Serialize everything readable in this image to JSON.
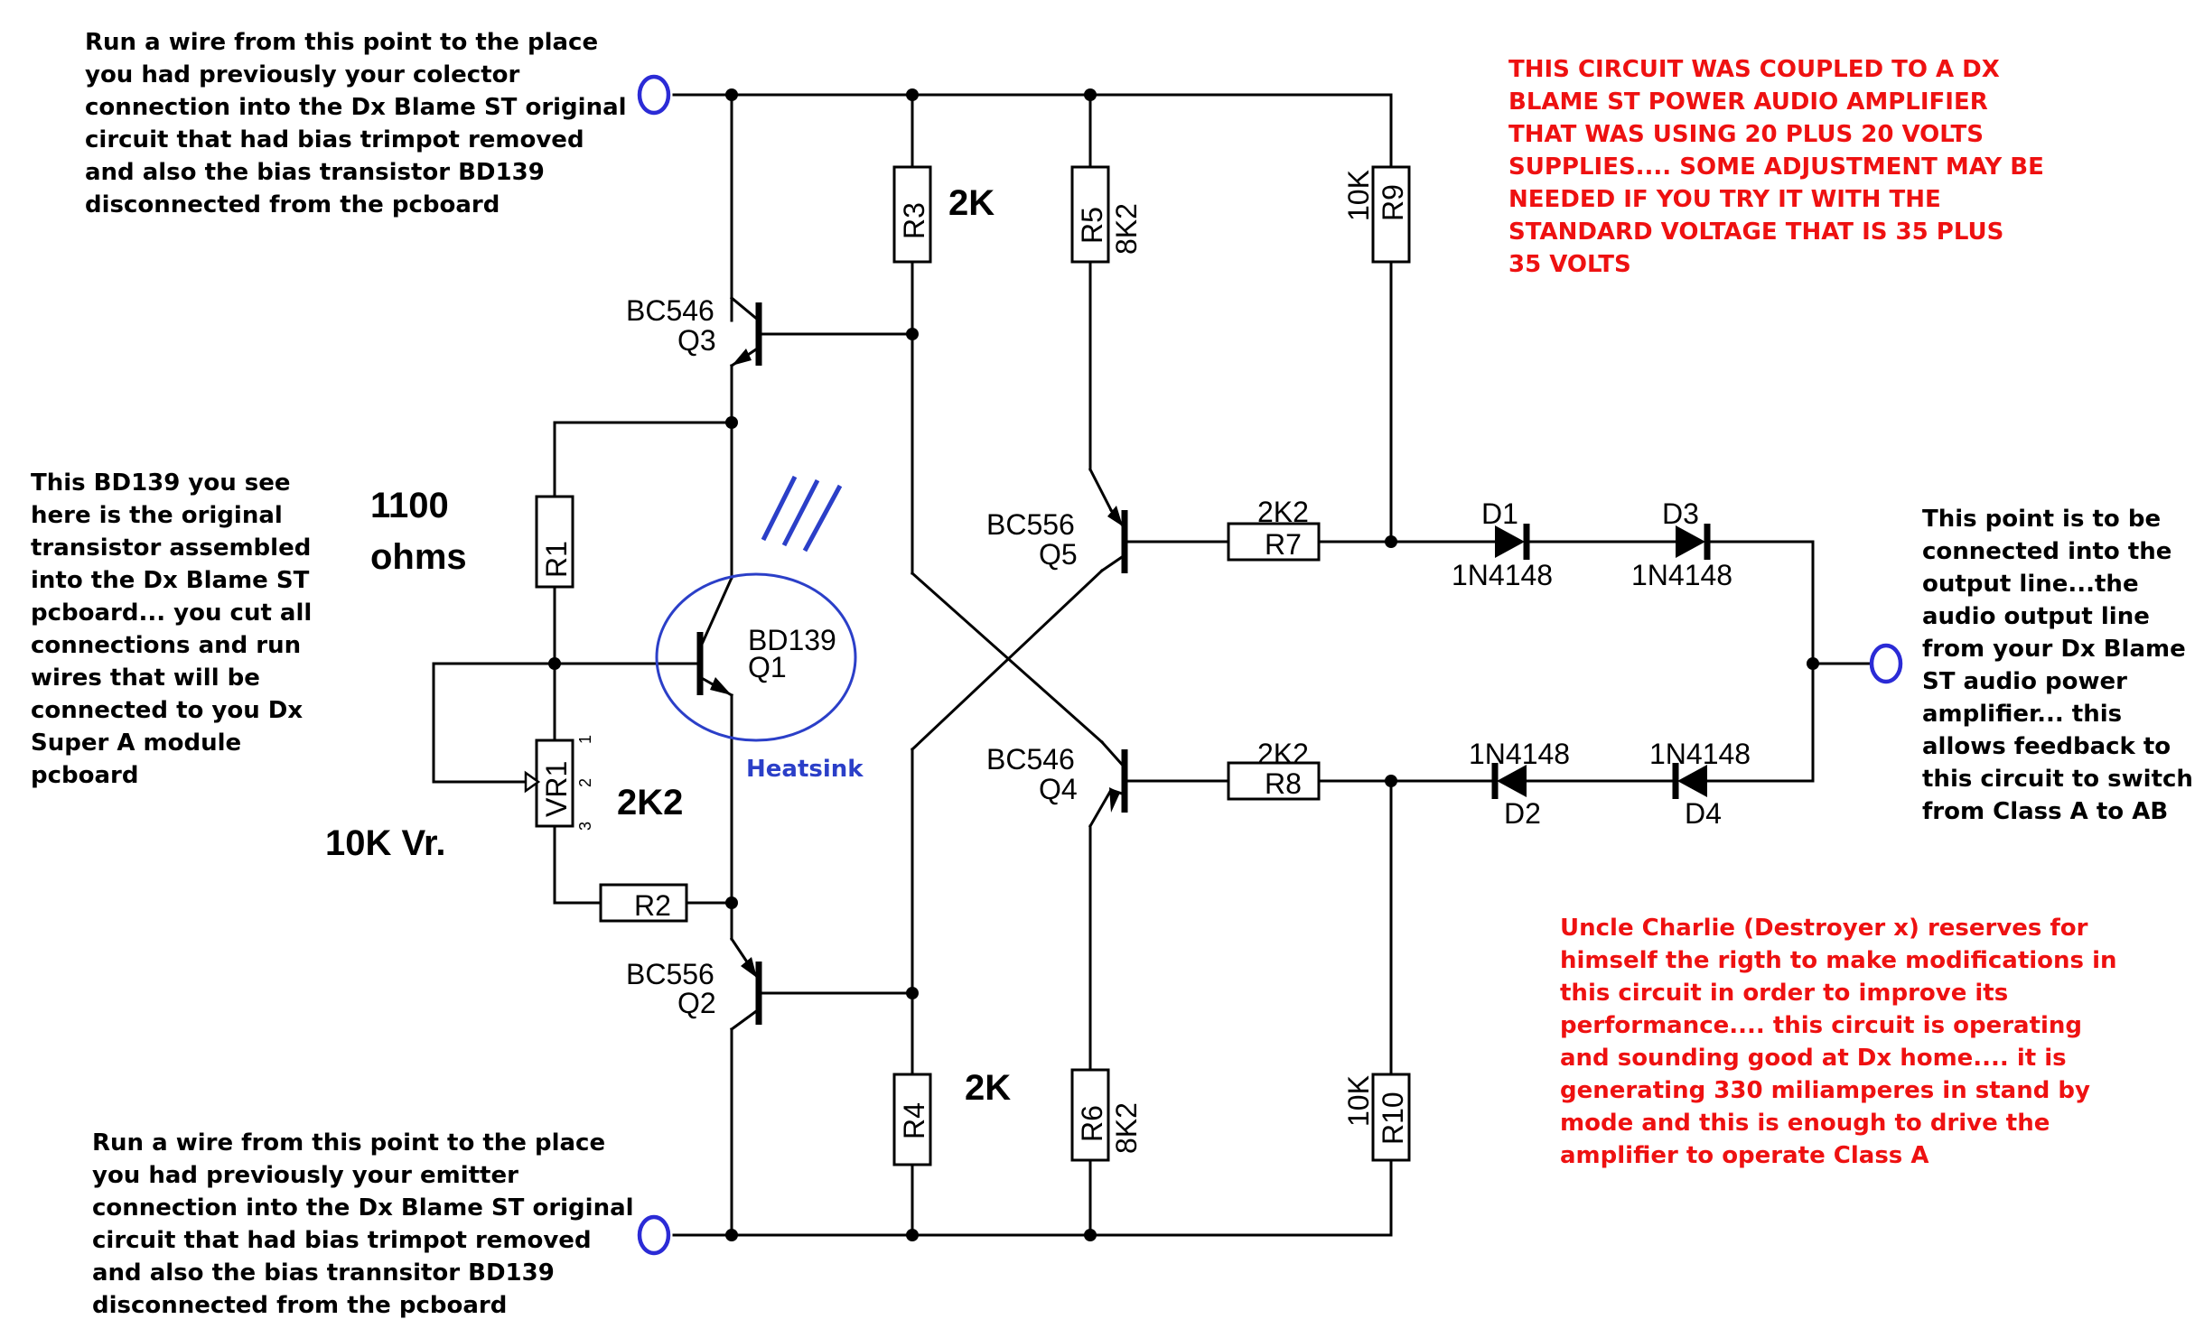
{
  "notes": {
    "top_left": [
      "Run a wire from this point to the place",
      "you had previously your colector",
      "connection into the Dx Blame ST original",
      "circuit that had bias trimpot removed",
      "and also the bias transistor BD139",
      "disconnected from the pcboard"
    ],
    "bottom_left": [
      "Run a wire from this point to the place",
      "you had previously your emitter",
      "connection into the Dx Blame ST original",
      "circuit that had bias trimpot removed",
      "and also the bias trannsitor BD139",
      "disconnected from the pcboard"
    ],
    "left_mid": [
      "This BD139 you see",
      "here is the original",
      "transistor assembled",
      "into the Dx Blame ST",
      "pcboard... you cut all",
      "connections and run",
      "wires that will be",
      "connected to you Dx",
      "Super A module",
      "pcboard"
    ],
    "right_mid": [
      "This point is to be",
      "connected into the",
      "output line...the",
      "audio output line",
      "from your Dx Blame",
      "ST audio power",
      "amplifier... this",
      "allows feedback to",
      "this circuit to switch",
      "from Class A to AB"
    ],
    "top_right_red": [
      "THIS CIRCUIT WAS COUPLED TO A DX",
      "BLAME ST POWER AUDIO AMPLIFIER",
      "THAT WAS USING 20 PLUS 20 VOLTS",
      "SUPPLIES.... SOME ADJUSTMENT MAY BE",
      "NEEDED IF YOU TRY IT WITH THE",
      "STANDARD VOLTAGE THAT IS 35 PLUS",
      "35 VOLTS"
    ],
    "bottom_right_red": [
      "Uncle Charlie (Destroyer x) reserves for",
      "himself the rigth to make modifications in",
      "this circuit in order to improve its",
      "performance.... this circuit is operating",
      "and sounding good at Dx home.... it is",
      "generating 330 miliamperes in stand by",
      "mode and this is enough to drive the",
      "amplifier to operate Class A"
    ]
  },
  "value_labels": {
    "r3_value": "2K",
    "r4_value": "2K",
    "r1_value_line1": "1100",
    "r1_value_line2": "ohms",
    "vr1_value": "2K2",
    "vr_label": "10K Vr.",
    "heatsink": "Heatsink"
  },
  "components": {
    "q3": {
      "type": "BC546",
      "ref": "Q3"
    },
    "q1": {
      "type": "BD139",
      "ref": "Q1"
    },
    "q2": {
      "type": "BC556",
      "ref": "Q2"
    },
    "q5": {
      "type": "BC556",
      "ref": "Q5"
    },
    "q4": {
      "type": "BC546",
      "ref": "Q4"
    },
    "r1": {
      "ref": "R1"
    },
    "r2": {
      "ref": "R2"
    },
    "r3": {
      "ref": "R3"
    },
    "r4": {
      "ref": "R4"
    },
    "r5": {
      "ref": "R5",
      "value": "8K2"
    },
    "r6": {
      "ref": "R6",
      "value": "8K2"
    },
    "r7": {
      "ref": "R7",
      "value": "2K2"
    },
    "r8": {
      "ref": "R8",
      "value": "2K2"
    },
    "r9": {
      "ref": "R9",
      "value": "10K"
    },
    "r10": {
      "ref": "R10",
      "value": "10K"
    },
    "vr1": {
      "ref": "VR1",
      "pin1": "1",
      "pin2": "2",
      "pin3": "3"
    },
    "d1": {
      "ref": "D1",
      "part": "1N4148"
    },
    "d3": {
      "ref": "D3",
      "part": "1N4148"
    },
    "d2": {
      "ref": "D2",
      "part": "1N4148"
    },
    "d4": {
      "ref": "D4",
      "part": "1N4148"
    }
  },
  "colors": {
    "wire": "#000000",
    "terminal": "#2b2bd6",
    "red_note": "#ee1111",
    "heatsink": "#2b3fc8"
  }
}
